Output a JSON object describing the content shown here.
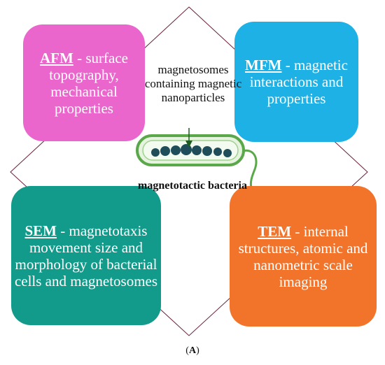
{
  "boxes": {
    "afm": {
      "acronym": "AFM",
      "text": " - surface topography, mechanical properties",
      "color": "#ea66cc"
    },
    "mfm": {
      "acronym": "MFM",
      "text": " - magnetic interactions and properties",
      "color": "#1db1e6"
    },
    "sem": {
      "acronym": "SEM",
      "text": " - magnetotaxis movement size and morphology of bacterial cells and magnetosomes",
      "color": "#129a8a"
    },
    "tem": {
      "acronym": "TEM",
      "text": " - internal structures, atomic and nanometric scale imaging",
      "color": "#f2742b"
    }
  },
  "center": {
    "magnetosome_label": "magnetosomes containing magnetic nanoparticles",
    "bacteria_label": "magnetotactic bacteria"
  },
  "panel": {
    "open": "(",
    "letter": "A",
    "close": ")"
  },
  "colors": {
    "diamond": "#6b1f3f",
    "bacterium_outline": "#5aa84a",
    "bacterium_fill": "#e6f3df",
    "particle": "#1f4e5a"
  }
}
